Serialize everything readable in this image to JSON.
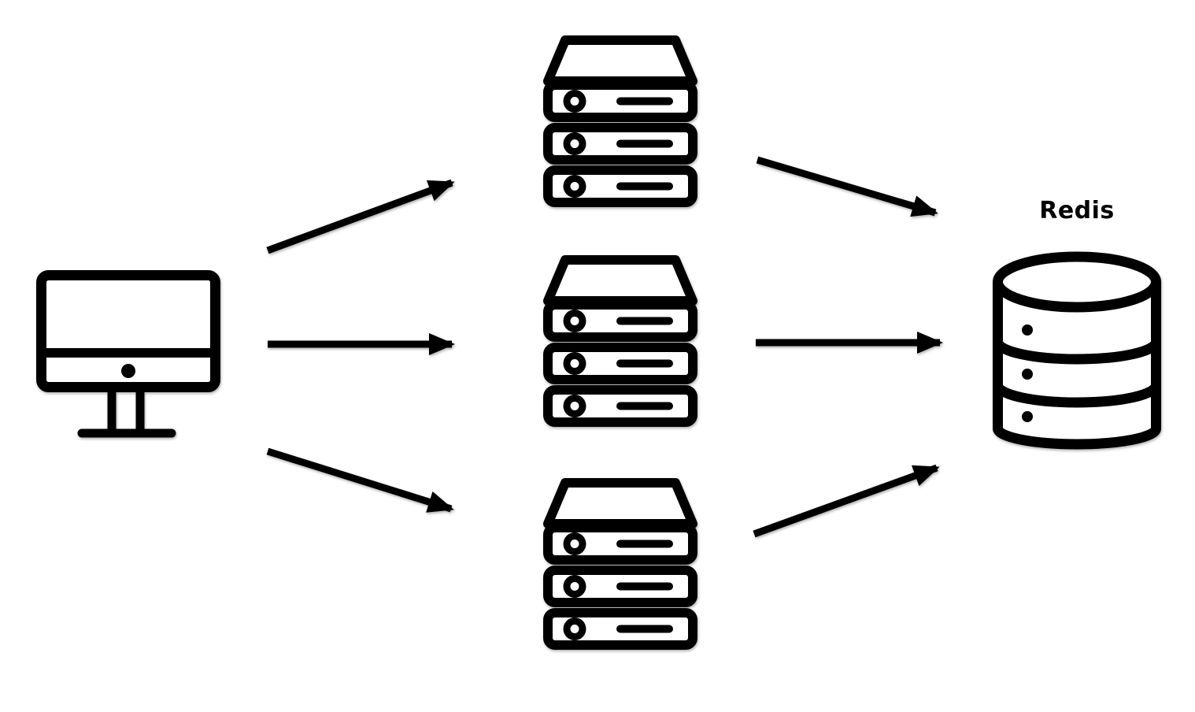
{
  "diagram": {
    "background_color": "#ffffff",
    "line_color": "#000000",
    "nodes": {
      "client": {
        "id": "client",
        "icon": "desktop-computer-icon",
        "label": ""
      },
      "servers": [
        {
          "id": "server-1",
          "icon": "server-rack-icon",
          "label": ""
        },
        {
          "id": "server-2",
          "icon": "server-rack-icon",
          "label": ""
        },
        {
          "id": "server-3",
          "icon": "server-rack-icon",
          "label": ""
        }
      ],
      "redis": {
        "id": "redis",
        "icon": "database-cylinder-icon",
        "label": "Redis"
      }
    },
    "edges": [
      {
        "from": "client",
        "to": "server-1",
        "style": "arrow"
      },
      {
        "from": "client",
        "to": "server-2",
        "style": "arrow"
      },
      {
        "from": "client",
        "to": "server-3",
        "style": "arrow"
      },
      {
        "from": "server-1",
        "to": "redis",
        "style": "arrow"
      },
      {
        "from": "server-2",
        "to": "redis",
        "style": "arrow"
      },
      {
        "from": "server-3",
        "to": "redis",
        "style": "arrow"
      }
    ]
  }
}
